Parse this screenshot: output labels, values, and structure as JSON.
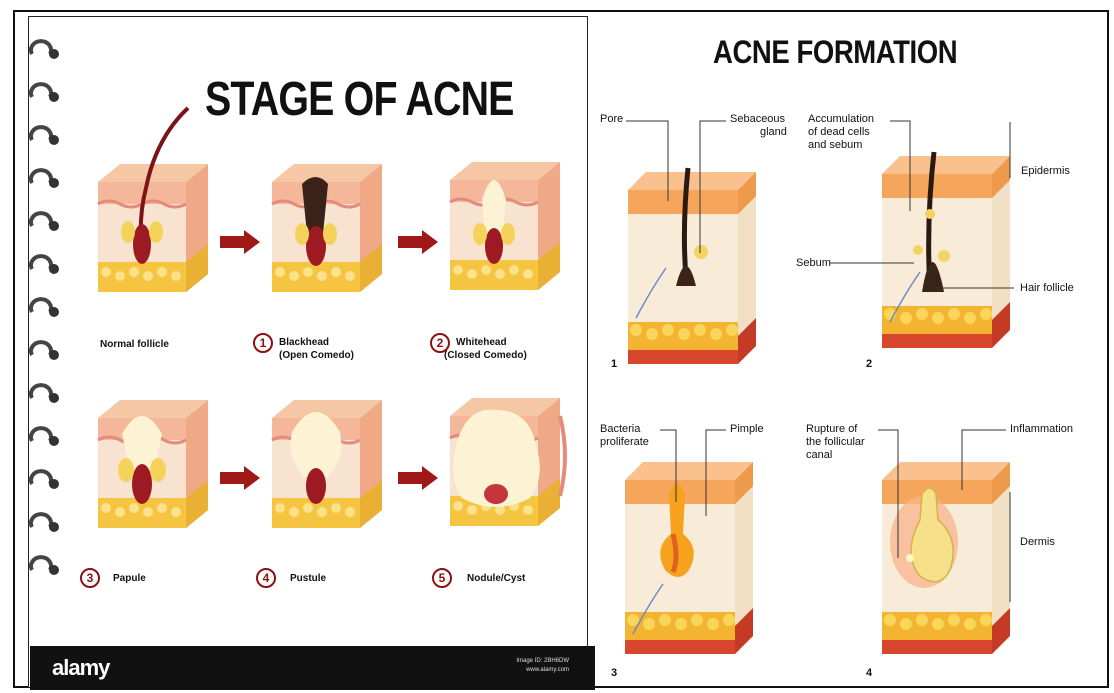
{
  "left": {
    "title": "STAGE OF ACNE",
    "stages": [
      {
        "num": "",
        "label1": "Normal follicle",
        "label2": ""
      },
      {
        "num": "1",
        "label1": "Blackhead",
        "label2": "(Open Comedo)"
      },
      {
        "num": "2",
        "label1": "Whitehead",
        "label2": "(Closed Comedo)"
      },
      {
        "num": "3",
        "label1": "Papule",
        "label2": ""
      },
      {
        "num": "4",
        "label1": "Pustule",
        "label2": ""
      },
      {
        "num": "5",
        "label1": "Nodule/Cyst",
        "label2": ""
      }
    ],
    "footer": {
      "logo": "alamy",
      "id_line1": "Image ID: 2BH6DW",
      "id_line2": "www.alamy.com"
    }
  },
  "right": {
    "title": "ACNE FORMATION",
    "steps": [
      "1",
      "2",
      "3",
      "4"
    ],
    "labels": {
      "pore": "Pore",
      "sebaceous1": "Sebaceous",
      "sebaceous2": "gland",
      "accum1": "Accumulation",
      "accum2": "of dead cells",
      "accum3": "and sebum",
      "epidermis": "Epidermis",
      "sebum": "Sebum",
      "hair_follicle": "Hair follicle",
      "bacteria1": "Bacteria",
      "bacteria2": "proliferate",
      "pimple": "Pimple",
      "rupture1": "Rupture of",
      "rupture2": "the follicular",
      "rupture3": "canal",
      "inflammation": "Inflammation",
      "dermis": "Dermis"
    }
  },
  "colors": {
    "arrow": "#a01818",
    "skin_top": "#f4b183",
    "fat": "#f6c63e",
    "dark_red": "#8b1010"
  }
}
